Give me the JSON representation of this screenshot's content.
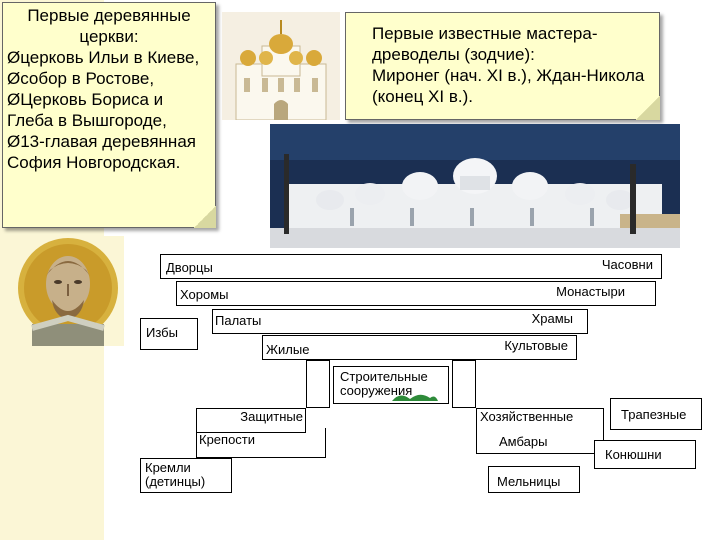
{
  "left_note": {
    "title_line1": "Первые деревянные",
    "title_line2": "церкви:",
    "items": [
      "Øцерковь Ильи в Киеве,",
      "Øсобор в Ростове,",
      "ØЦерковь Бориса и Глеба в Вышгороде,",
      "Ø13-главая деревянная София Новгородская."
    ]
  },
  "right_note": {
    "line1": "Первые известные мастера-",
    "line2": "древоделы (зодчие):",
    "line3": "Миронег (нач. XI в.), Ждан-Никола",
    "line4": "(конец XI в.)."
  },
  "diagram": {
    "dvortsy": "Дворцы",
    "horomy": "Хоромы",
    "izby": "Избы",
    "palaty": "Палаты",
    "zhilye": "Жилые",
    "chasovni": "Часовни",
    "monastyri": "Монастыри",
    "hramy": "Храмы",
    "kultovye": "Культовые",
    "center_line1": "Строительные",
    "center_line2": "сооружения",
    "zashchitnye": "Защитные",
    "kreposti": "Крепости",
    "kremli_line1": "Кремли",
    "kremli_line2": "(детинцы)",
    "hozyaystvennye": "Хозяйственные",
    "ambary": "Амбары",
    "melnitsy": "Мельницы",
    "trapeznye": "Трапезные",
    "konyushni": "Конюшни"
  }
}
